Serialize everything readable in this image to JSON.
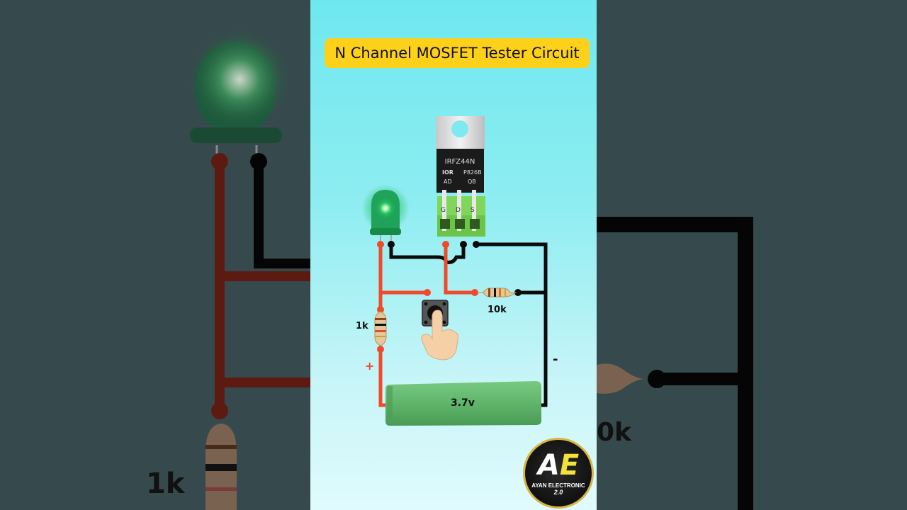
{
  "title": "N Channel MOSFET Tester Circuit",
  "mosfet": {
    "part_number": "IRFZ44N",
    "marking_left": "IOR",
    "marking_code": "P826B",
    "marking_bottom_left": "AD",
    "marking_bottom_right": "QB",
    "pins": [
      "G",
      "D",
      "S"
    ]
  },
  "components": {
    "resistor_1": "1k",
    "resistor_2": "10k",
    "battery_voltage": "3.7v",
    "plus_sign": "+",
    "minus_sign": "-"
  },
  "left_zoom": {
    "resistor_label": "1k"
  },
  "right_zoom": {
    "resistor_label": "0k"
  },
  "logo": {
    "initials_a": "A",
    "initials_e": "E",
    "brand": "AYAN ELECTRONIC",
    "version": "2.0"
  },
  "colors": {
    "title_bg": "#fdd01a",
    "wire_positive": "#f04a2a",
    "wire_negative": "#0a0a0a",
    "battery": "#5fb56a",
    "led": "#1fa35a",
    "terminal_block": "#7fd65a",
    "background_top": "#6ee8ef",
    "side_panel": "#364a4c"
  }
}
